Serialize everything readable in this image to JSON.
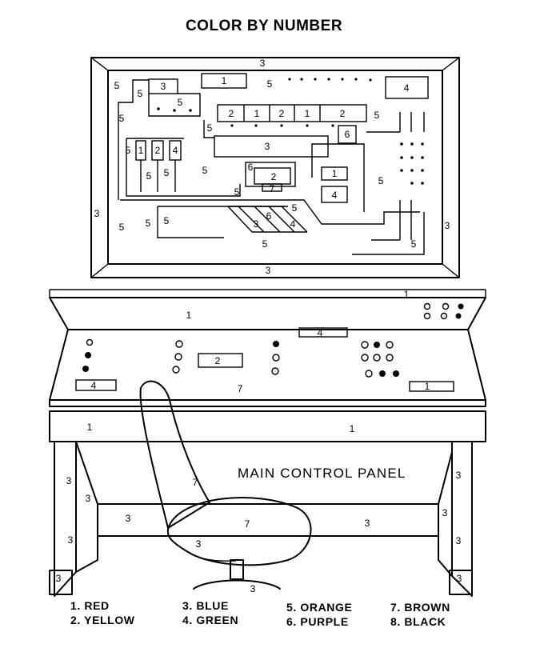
{
  "title": "COLOR BY NUMBER",
  "caption": "MAIN CONTROL PANEL",
  "legend": [
    {
      "number": "1.",
      "color": "RED"
    },
    {
      "number": "2.",
      "color": "YELLOW"
    },
    {
      "number": "3.",
      "color": "BLUE"
    },
    {
      "number": "4.",
      "color": "GREEN"
    },
    {
      "number": "5.",
      "color": "ORANGE"
    },
    {
      "number": "6.",
      "color": "PURPLE"
    },
    {
      "number": "7.",
      "color": "BROWN"
    },
    {
      "number": "8.",
      "color": "BLACK"
    }
  ],
  "regions": {
    "monitor_frame": "3",
    "monitor_screen": "5",
    "readout_top_left": "3",
    "readout_top": "1",
    "readout_top_right": "4",
    "key_row": [
      "2",
      "1",
      "2",
      "1",
      "2"
    ],
    "small_square": "6",
    "wide_bar": "3",
    "vertical_cells": [
      "1",
      "2",
      "4"
    ],
    "small_panel": "2",
    "small_panel_corner": "6",
    "small_panel_tab": "7",
    "right_cells": [
      "1",
      "4"
    ],
    "stripes": [
      "3",
      "6",
      "4"
    ],
    "console_top": "1",
    "console_face": "7",
    "console_display": "2",
    "console_slots": [
      "4",
      "4",
      "1"
    ],
    "console_rail": "1",
    "legs": "3",
    "crossbar": "3",
    "chair_back": "7",
    "chair_seat": "7",
    "chair_base": "3"
  }
}
